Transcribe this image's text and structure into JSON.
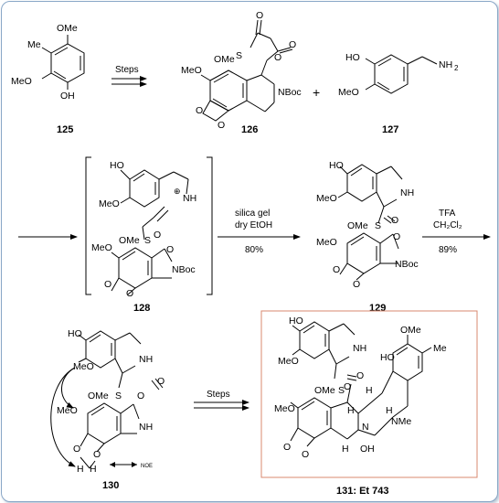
{
  "compounds": {
    "c125": "125",
    "c126": "126",
    "c127": "127",
    "c128": "128",
    "c129": "129",
    "c130": "130",
    "c131": "131: Et 743"
  },
  "arrows": {
    "step1": "Steps",
    "step2_line1": "silica gel",
    "step2_line2": "dry EtOH",
    "step2_yield": "80%",
    "step3_line1": "TFA",
    "step3_line2": "CH₂Cl₂",
    "step3_yield": "89%",
    "step4": "Steps"
  },
  "symbols": {
    "plus": "+",
    "noe": "NOE"
  },
  "colors": {
    "frame_border": "#8aa7c7",
    "highlight_box": "#d9886f"
  }
}
